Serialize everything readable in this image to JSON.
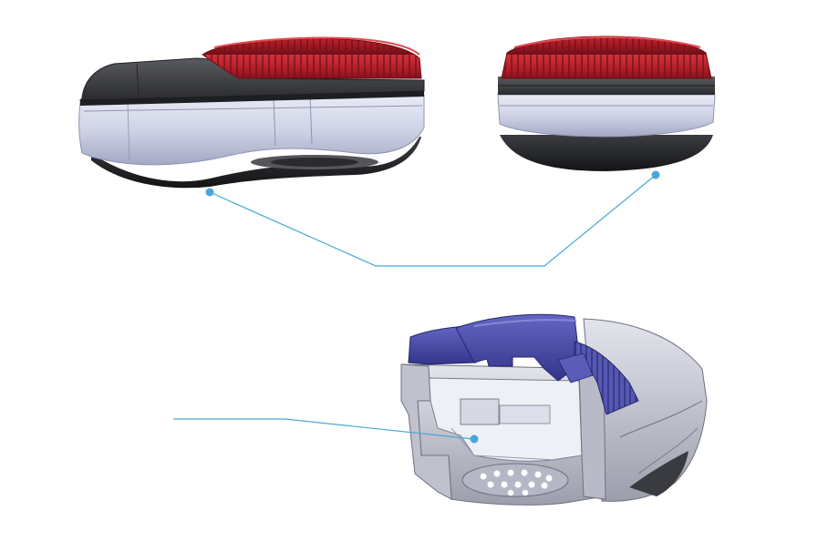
{
  "figure": {
    "background": "#ffffff",
    "colors": {
      "dial_red": "#b3202c",
      "dial_red_dark": "#7e121b",
      "shell_lavender": "#cfd3e6",
      "shell_lavender_dark": "#9aa0bd",
      "base_black": "#2b2b2e",
      "cap_dark": "#3a3b3f",
      "section_blue": "#4d4fa8",
      "section_blue_dark": "#34368a",
      "section_gray": "#c7c9d4",
      "leader_blue": "#48a7d8"
    },
    "views": [
      {
        "name": "side-view",
        "description_icon": "device-side-icon"
      },
      {
        "name": "front-view",
        "description_icon": "device-front-icon"
      },
      {
        "name": "cross-section-view",
        "description_icon": "device-section-icon"
      }
    ]
  }
}
